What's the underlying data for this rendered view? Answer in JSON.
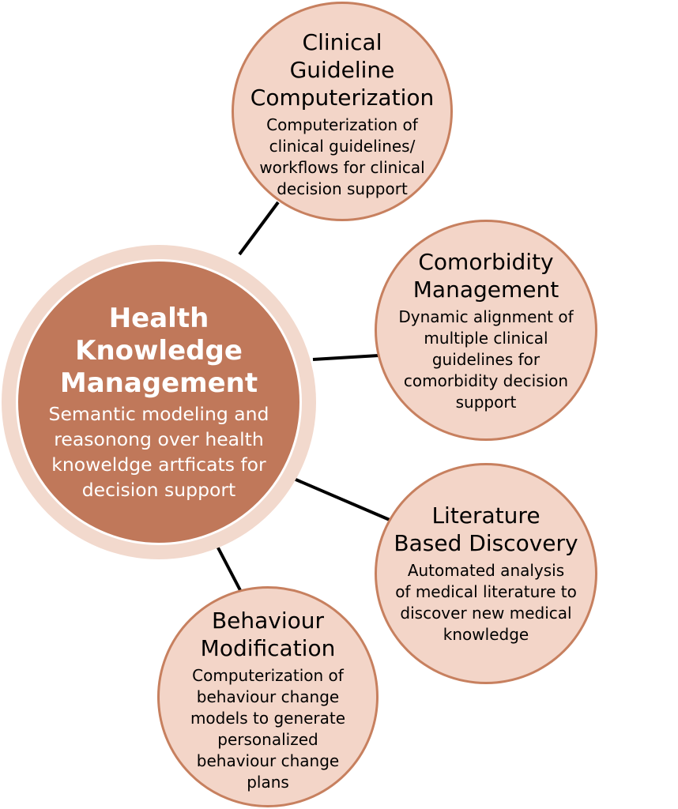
{
  "hub": {
    "title_lines": [
      "Health",
      "Knowledge",
      "Management"
    ],
    "desc_lines": [
      "Semantic modeling and",
      "reasonong over health",
      "knoweldge artficats for",
      "decision support"
    ]
  },
  "satellites": {
    "clinical": {
      "title_lines": [
        "Clinical",
        "Guideline",
        "Computerization"
      ],
      "desc_lines": [
        "Computerization of",
        "clinical guidelines/",
        "workflows for clinical",
        "decision support"
      ]
    },
    "comorbidity": {
      "title_lines": [
        "Comorbidity",
        "Management"
      ],
      "desc_lines": [
        "Dynamic alignment of",
        "multiple clinical",
        "guidelines for",
        "comorbidity decision",
        "support"
      ]
    },
    "literature": {
      "title_lines": [
        "Literature",
        "Based Discovery"
      ],
      "desc_lines": [
        "Automated analysis",
        "of medical literature to",
        "discover new medical",
        "knowledge"
      ]
    },
    "behaviour": {
      "title_lines": [
        "Behaviour",
        "Modification"
      ],
      "desc_lines": [
        "Computerization of",
        "behaviour change",
        "models to generate",
        "personalized",
        "behaviour change",
        "plans"
      ]
    }
  },
  "colors": {
    "hub_fill": "#c0785a",
    "hub_ring": "#f2d9cd",
    "satellite_fill": "#f3d5c8",
    "satellite_border": "#c7805f",
    "connector": "#000000"
  }
}
